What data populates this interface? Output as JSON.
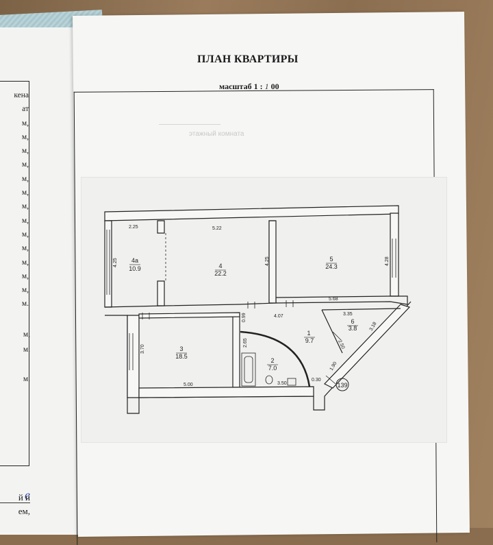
{
  "document": {
    "title": "ПЛАН КВАРТИРЫ",
    "scale_prefix": "масштаб 1 :",
    "scale_hand": "1",
    "scale_suffix": "00",
    "faded_text": "этажный   комната"
  },
  "left_page": {
    "lines": [
      "кена",
      "ат",
      "м,",
      "м,",
      "м,",
      "м,",
      "м,",
      "м,",
      "м,",
      "м,",
      "м,",
      "м,",
      "м,",
      "м,",
      "м,",
      "м."
    ],
    "lower": [
      "м,",
      "м.",
      "м."
    ],
    "handwritten": "е",
    "bottom": [
      "й и",
      "ем,"
    ]
  },
  "rooms": [
    {
      "id": "4а",
      "area": "10.9"
    },
    {
      "id": "4",
      "area": "22.2"
    },
    {
      "id": "5",
      "area": "24.3"
    },
    {
      "id": "1",
      "area": "9.7"
    },
    {
      "id": "6",
      "area": "3.8"
    },
    {
      "id": "3",
      "area": "18.5"
    },
    {
      "id": "2",
      "area": "7.0"
    }
  ],
  "dimensions": {
    "d_2_25": "2.25",
    "d_5_22": "5.22",
    "d_4_25_a": "4.25",
    "d_4_25_b": "4.25",
    "d_4_28": "4.28",
    "d_5_68": "5.68",
    "d_4_07": "4.07",
    "d_0_99": "0.99",
    "d_3_35": "3.35",
    "d_3_18": "3.18",
    "d_2_50": "2.50",
    "d_1_90": "1.90",
    "d_3_70": "3.70",
    "d_2_65": "2.65",
    "d_5_00": "5.00",
    "d_3_50": "3.50",
    "d_0_30": "0.30"
  },
  "stamp": "139"
}
